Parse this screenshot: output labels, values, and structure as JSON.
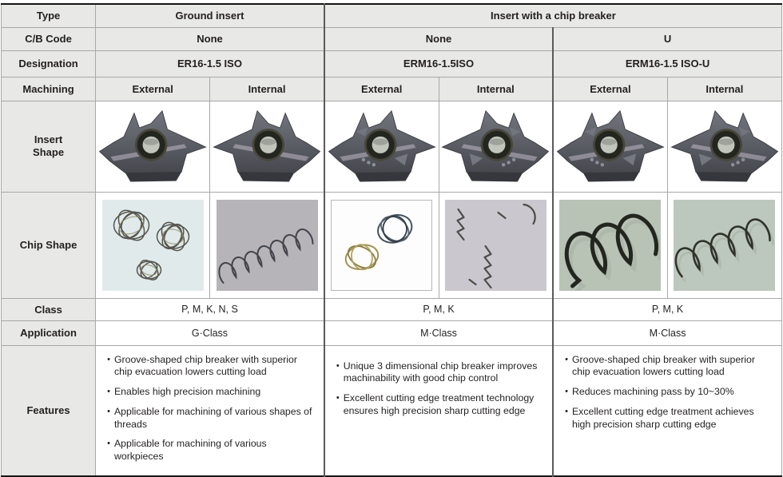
{
  "table": {
    "labels": {
      "type": "Type",
      "cb_code": "C/B Code",
      "designation": "Designation",
      "machining": "Machining",
      "insert_shape": "Insert Shape",
      "chip_shape": "Chip Shape",
      "class": "Class",
      "application": "Application",
      "features": "Features"
    },
    "type_row": {
      "ground": "Ground insert",
      "chip_breaker": "Insert with a chip breaker"
    },
    "cb_code_row": {
      "c1": "None",
      "c2": "None",
      "c3": "U"
    },
    "designation_row": {
      "c1": "ER16-1.5 ISO",
      "c2": "ERM16-1.5ISO",
      "c3": "ERM16-1.5 ISO-U"
    },
    "machining_row": {
      "external": "External",
      "internal": "Internal"
    },
    "class_row": {
      "c1": "P, M, K, N, S",
      "c2": "P, M, K",
      "c3": "P, M, K"
    },
    "application_row": {
      "c1": "G·Class",
      "c2": "M·Class",
      "c3": "M·Class"
    },
    "features_row": {
      "bullet": "•",
      "c1": [
        "Groove-shaped chip breaker with superior chip evacuation lowers cutting load",
        "Enables high precision machining",
        "Applicable for machining of various shapes of threads",
        "Applicable for machining of various workpieces"
      ],
      "c2": [
        "Unique 3 dimensional chip breaker improves machinability with good chip control",
        "Excellent cutting edge treatment technology ensures high precision sharp cutting edge"
      ],
      "c3": [
        "Groove-shaped chip breaker with superior chip evacuation lowers cutting load",
        "Reduces machining pass by 10~30%",
        "Excellent cutting edge treatment achieves high precision sharp cutting edge"
      ]
    }
  },
  "photos": {
    "insert_shape": "triangular threading insert with center hole",
    "chip_c1_external": "tangled chip balls",
    "chip_c1_internal": "long helical chip",
    "chip_c2_external": "loose coiled chips",
    "chip_c2_internal": "short broken zigzag chips",
    "chip_c3_external": "large helical chip",
    "chip_c3_internal": "small helical chip"
  },
  "colors": {
    "header_bg": "#e8e8e6",
    "border": "#a8a8a8",
    "group_border": "#5a5a5a",
    "table_edge": "#161616",
    "text": "#231f20"
  }
}
